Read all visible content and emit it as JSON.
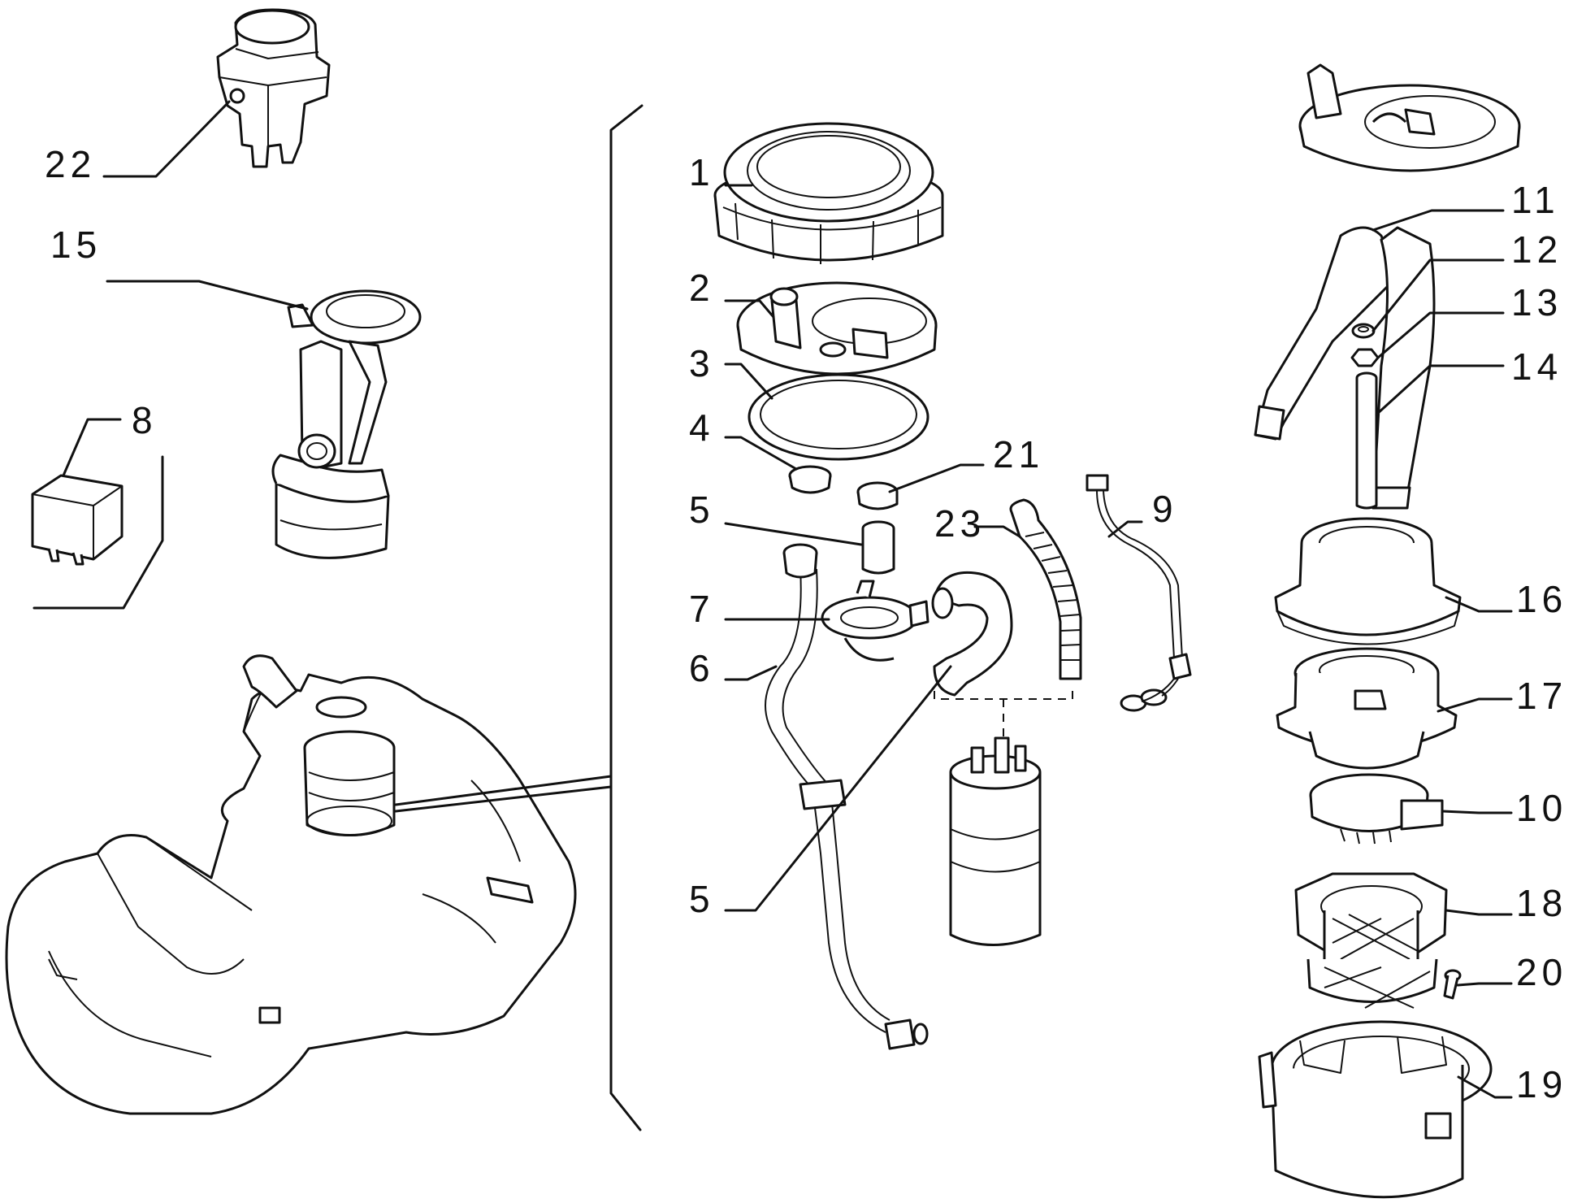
{
  "diagram": {
    "kind": "exploded parts diagram",
    "subject": "fuel tank, fuel pump and sender assembly",
    "callouts": [
      "22",
      "15",
      "8",
      "1",
      "2",
      "3",
      "4",
      "21",
      "5",
      "23",
      "9",
      "7",
      "6",
      "5",
      "11",
      "12",
      "13",
      "14",
      "16",
      "17",
      "10",
      "18",
      "20",
      "19"
    ]
  }
}
